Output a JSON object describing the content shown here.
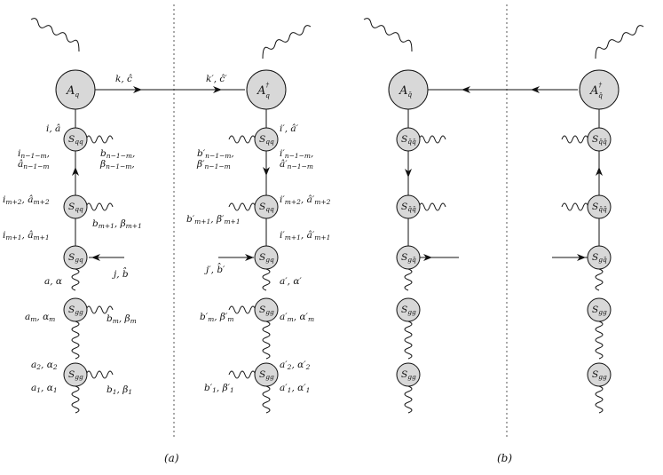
{
  "captions": {
    "a": "(a)",
    "b": "(b)"
  },
  "diagram_a": {
    "amplitude_left": {
      "name": "A",
      "sub": "q"
    },
    "amplitude_right": {
      "name": "A",
      "sup": "†",
      "sub": "q"
    },
    "vertex_labels_left": {
      "top": "S",
      "top_sub": "qq",
      "mid": "S",
      "mid_sub": "qq",
      "gq": "S",
      "gq_sub": "gq",
      "gg1": "S",
      "gg1_sub": "gg",
      "gg2": "S",
      "gg2_sub": "gg"
    },
    "vertex_labels_right": {
      "top": "S",
      "top_sub": "qq",
      "mid": "S",
      "mid_sub": "qq",
      "gq": "S",
      "gq_sub": "gq",
      "gg1": "S",
      "gg1_sub": "gg",
      "gg2": "S",
      "gg2_sub": "gg"
    },
    "index_labels_left": {
      "k": "k, ĉ",
      "i_top": "i, â",
      "i_n1": "i",
      "i_n1_sub": "n−1−m",
      "a_n1": "â",
      "a_n1_sub": "n−1−m",
      "b_n1": "b",
      "b_n1_sub": "n−1−m",
      "beta_n1": "β",
      "beta_n1_sub": "n−1−m",
      "i_m2": "i",
      "i_m2_sub": "m+2",
      "a_m2": "â",
      "a_m2_sub": "m+2",
      "b_m1": "b",
      "b_m1_sub": "m+1",
      "beta_m1": "β",
      "beta_m1_sub": "m+1",
      "i_m1": "i",
      "i_m1_sub": "m+1",
      "a_m1": "â",
      "a_m1_sub": "m+1",
      "j": "j, b̂",
      "a_alpha": "a, α",
      "a_m": "a",
      "a_m_sub": "m",
      "alpha_m": "α",
      "alpha_m_sub": "m",
      "b_m": "b",
      "b_m_sub": "m",
      "beta_m": "β",
      "beta_m_sub": "m",
      "a2": "a",
      "a2_sub": "2",
      "alpha2": "α",
      "alpha2_sub": "2",
      "a1": "a",
      "a1_sub": "1",
      "alpha1": "α",
      "alpha1_sub": "1",
      "b1": "b",
      "b1_sub": "1",
      "beta1": "β",
      "beta1_sub": "1"
    },
    "index_labels_right": {
      "k": "k′, ĉ′",
      "i_top": "i′, â′",
      "i_n1": "i′",
      "i_n1_sub": "n−1−m",
      "a_n1": "â′",
      "a_n1_sub": "n−1−m",
      "b_n1": "b′",
      "b_n1_sub": "n−1−m",
      "beta_n1": "β′",
      "beta_n1_sub": "n−1−m",
      "i_m2": "i′",
      "i_m2_sub": "m+2",
      "a_m2": "â′",
      "a_m2_sub": "m+2",
      "b_m1": "b′",
      "b_m1_sub": "m+1",
      "beta_m1": "β′",
      "beta_m1_sub": "m+1",
      "i_m1": "i′",
      "i_m1_sub": "m+1",
      "a_m1": "â′",
      "a_m1_sub": "m+1",
      "j": "j′, b̂′",
      "a_alpha": "a′, α′",
      "a_m": "a′",
      "a_m_sub": "m",
      "alpha_m": "α′",
      "alpha_m_sub": "m",
      "b_m": "b′",
      "b_m_sub": "m",
      "beta_m": "β′",
      "beta_m_sub": "m",
      "a2": "a′",
      "a2_sub": "2",
      "alpha2": "α′",
      "alpha2_sub": "2",
      "a1": "a′",
      "a1_sub": "1",
      "alpha1": "α′",
      "alpha1_sub": "1",
      "b1": "b′",
      "b1_sub": "1",
      "beta1": "β′",
      "beta1_sub": "1"
    }
  },
  "diagram_b": {
    "amplitude_left": {
      "name": "A",
      "sub": "q̄"
    },
    "amplitude_right": {
      "name": "A",
      "sup": "†",
      "sub": "q̄"
    },
    "vertex_labels_left": {
      "top": "S",
      "top_sub": "q̄q̄",
      "mid": "S",
      "mid_sub": "q̄q̄",
      "gq": "S",
      "gq_sub": "gq̄",
      "gg1": "S",
      "gg1_sub": "gg",
      "gg2": "S",
      "gg2_sub": "gg"
    },
    "vertex_labels_right": {
      "top": "S",
      "top_sub": "q̄q̄",
      "mid": "S",
      "mid_sub": "q̄q̄",
      "gq": "S",
      "gq_sub": "gq̄",
      "gg1": "S",
      "gg1_sub": "gg",
      "gg2": "S",
      "gg2_sub": "gg"
    }
  }
}
